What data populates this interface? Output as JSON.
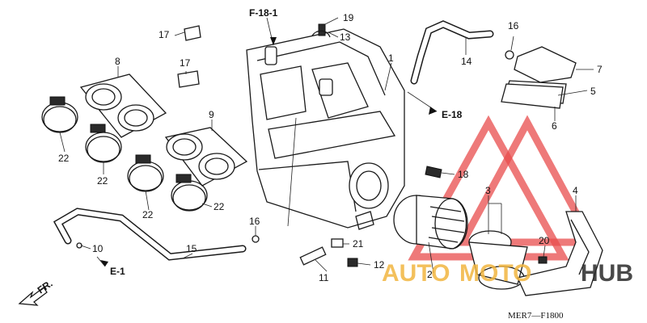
{
  "diagram": {
    "callouts": [
      {
        "id": "c1",
        "text": "1"
      },
      {
        "id": "c2",
        "text": "2"
      },
      {
        "id": "c3",
        "text": "3"
      },
      {
        "id": "c4",
        "text": "4"
      },
      {
        "id": "c5",
        "text": "5"
      },
      {
        "id": "c6",
        "text": "6"
      },
      {
        "id": "c7",
        "text": "7"
      },
      {
        "id": "c8",
        "text": "8"
      },
      {
        "id": "c9",
        "text": "9"
      },
      {
        "id": "c10",
        "text": "10"
      },
      {
        "id": "c11",
        "text": "11"
      },
      {
        "id": "c12",
        "text": "12"
      },
      {
        "id": "c13",
        "text": "13"
      },
      {
        "id": "c14",
        "text": "14"
      },
      {
        "id": "c15",
        "text": "15"
      },
      {
        "id": "c16a",
        "text": "16"
      },
      {
        "id": "c16b",
        "text": "16"
      },
      {
        "id": "c17a",
        "text": "17"
      },
      {
        "id": "c17b",
        "text": "17"
      },
      {
        "id": "c18",
        "text": "18"
      },
      {
        "id": "c19",
        "text": "19"
      },
      {
        "id": "c20",
        "text": "20"
      },
      {
        "id": "c21",
        "text": "21"
      },
      {
        "id": "c22a",
        "text": "22"
      },
      {
        "id": "c22b",
        "text": "22"
      },
      {
        "id": "c22c",
        "text": "22"
      },
      {
        "id": "c22d",
        "text": "22"
      }
    ],
    "references": {
      "f18_1": "F-18-1",
      "e18": "E-18",
      "e1": "E-1",
      "front": "FR."
    },
    "drawing_code": "MER7—F1800",
    "watermark": {
      "text_a": "AUTO",
      "text_b": "MOTO",
      "text_c": "HUB",
      "color_triangle": "#e84c4c",
      "color_text": "#f2b640"
    },
    "line_color": "#1a1a1a"
  }
}
